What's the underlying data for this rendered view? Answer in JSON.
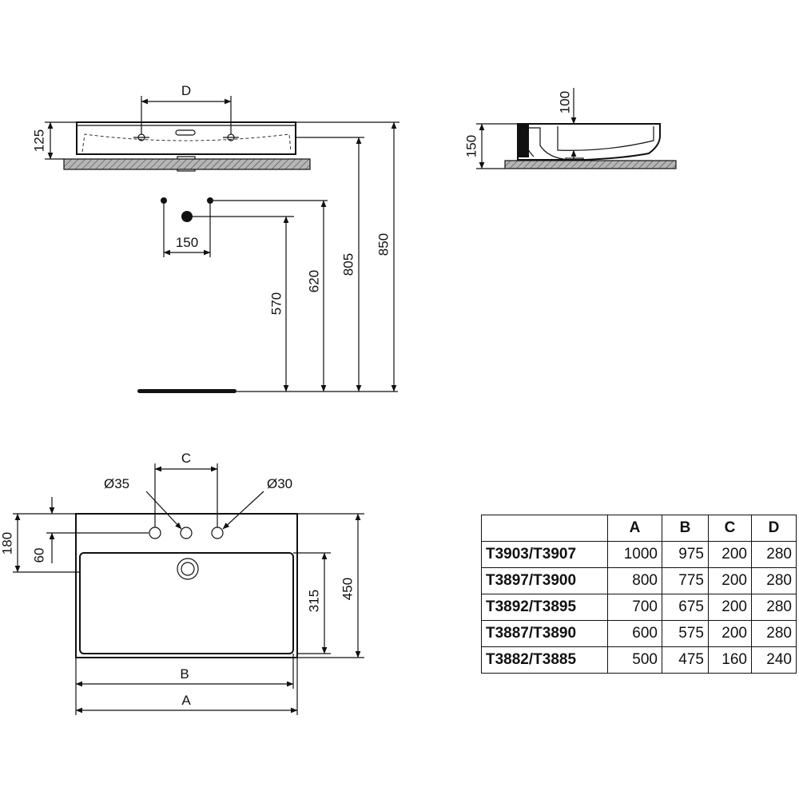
{
  "front_view": {
    "labels": {
      "d": "D",
      "h125": "125",
      "w150": "150",
      "h570": "570",
      "h620": "620",
      "h805": "805",
      "h850": "850"
    }
  },
  "side_view": {
    "labels": {
      "h100": "100",
      "h150": "150"
    }
  },
  "top_view": {
    "labels": {
      "c": "C",
      "dia35": "Ø35",
      "dia30": "Ø30",
      "h180": "180",
      "h60": "60",
      "h315": "315",
      "h450": "450",
      "b": "B",
      "a": "A"
    }
  },
  "table": {
    "headers": [
      "A",
      "B",
      "C",
      "D"
    ],
    "rows": [
      {
        "model": "T3903/T3907",
        "values": [
          "1000",
          "975",
          "200",
          "280"
        ]
      },
      {
        "model": "T3897/T3900",
        "values": [
          "800",
          "775",
          "200",
          "280"
        ]
      },
      {
        "model": "T3892/T3895",
        "values": [
          "700",
          "675",
          "200",
          "280"
        ]
      },
      {
        "model": "T3887/T3890",
        "values": [
          "600",
          "575",
          "200",
          "280"
        ]
      },
      {
        "model": "T3882/T3885",
        "values": [
          "500",
          "475",
          "160",
          "240"
        ]
      }
    ]
  }
}
